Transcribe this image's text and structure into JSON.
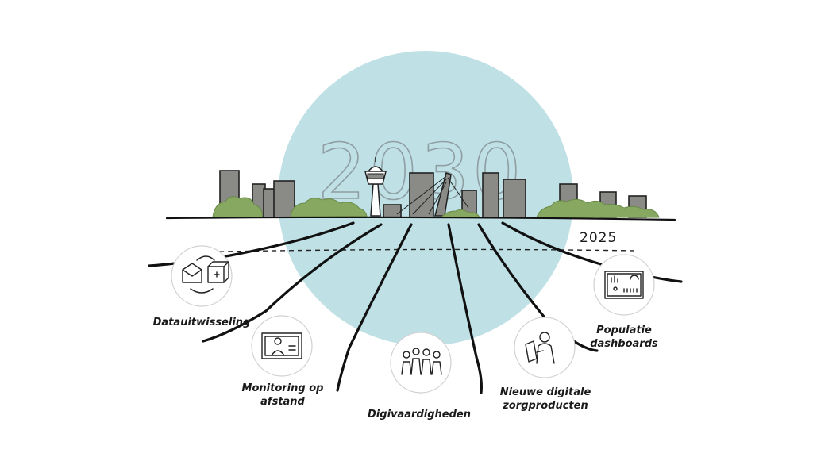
{
  "diagram": {
    "target_year": "2030",
    "start_year": "2025",
    "colors": {
      "circle": "#bfe1e6",
      "buildings": "#8a8a87",
      "trees": "#86a860",
      "roads": "#111111"
    },
    "nodes": [
      {
        "id": "data",
        "label_lines": [
          "Datauitwisseling"
        ],
        "icon": "data-exchange-icon"
      },
      {
        "id": "monitoring",
        "label_lines": [
          "Monitoring op",
          "afstand"
        ],
        "icon": "remote-monitoring-icon"
      },
      {
        "id": "digital",
        "label_lines": [
          "Digivaardigheden"
        ],
        "icon": "digital-skills-icon"
      },
      {
        "id": "products",
        "label_lines": [
          "Nieuwe digitale",
          "zorgproducten"
        ],
        "icon": "digital-care-products-icon"
      },
      {
        "id": "dashboards",
        "label_lines": [
          "Populatie",
          "dashboards"
        ],
        "icon": "population-dashboard-icon"
      }
    ]
  }
}
